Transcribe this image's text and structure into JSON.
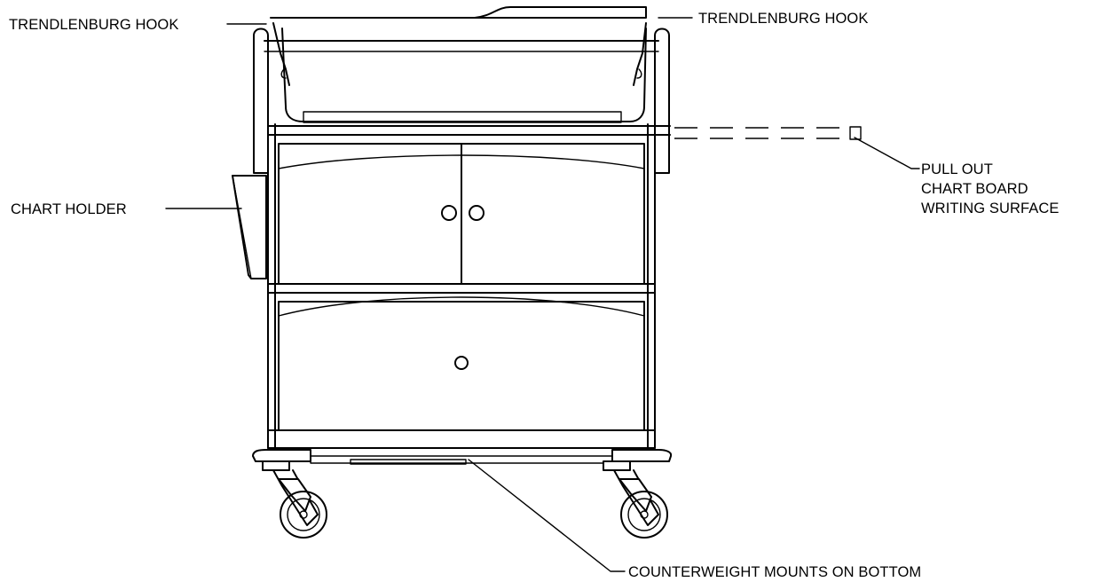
{
  "labels": {
    "trendlenburg_hook_left": "TRENDLENBURG HOOK",
    "trendlenburg_hook_right": "TRENDLENBURG HOOK",
    "chart_holder": "CHART HOLDER",
    "pull_out_line1": "PULL OUT",
    "pull_out_line2": "CHART BOARD",
    "pull_out_line3": "WRITING SURFACE",
    "counterweight": "COUNTERWEIGHT MOUNTS ON BOTTOM"
  }
}
